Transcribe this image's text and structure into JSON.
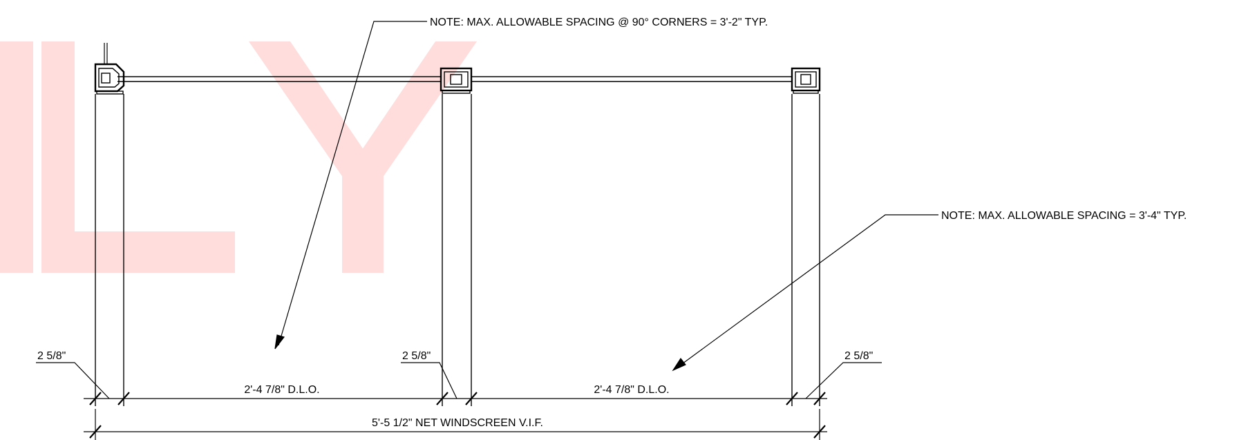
{
  "watermark": {
    "letter1": "I",
    "letter2": "L",
    "letter3": "Y",
    "color": "#ff1a1a"
  },
  "notes": {
    "corner_spacing": "NOTE: MAX. ALLOWABLE SPACING @ 90° CORNERS = 3'-2\" TYP.",
    "typical_spacing": "NOTE: MAX. ALLOWABLE SPACING = 3'-4\" TYP."
  },
  "dimensions": {
    "mullion_left": "2 5/8\"",
    "mullion_center": "2 5/8\"",
    "mullion_right": "2 5/8\"",
    "dlo_left": "2'-4 7/8\" D.L.O.",
    "dlo_right": "2'-4 7/8\" D.L.O.",
    "overall": "5'-5 1/2\" NET WINDSCREEN V.I.F."
  }
}
